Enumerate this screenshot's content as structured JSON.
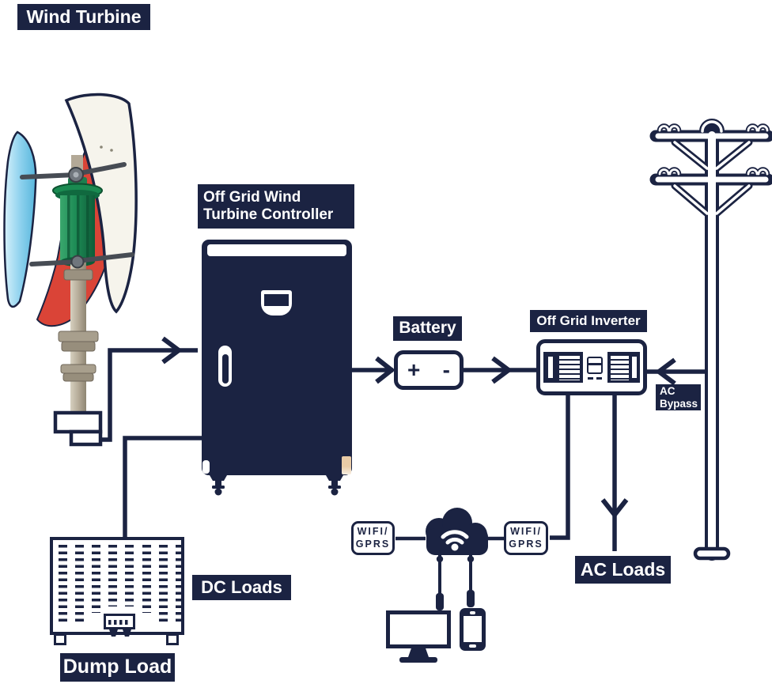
{
  "labels": {
    "wind_turbine": "Wind Turbine",
    "controller": {
      "line1": "Off Grid Wind",
      "line2": "Turbine Controller"
    },
    "battery": "Battery",
    "inverter": "Off Grid Inverter",
    "ac_bypass": {
      "line1": "AC",
      "line2": "Bypass"
    },
    "ac_loads": "AC Loads",
    "dc_loads": "DC Loads",
    "dump_load": "Dump Load"
  },
  "wifi_module_label": {
    "line1": "WIFI/",
    "line2": "GPRS"
  },
  "battery_terminals": {
    "plus": "+",
    "minus": "-"
  },
  "colors": {
    "navy": "#1b2342",
    "white": "#ffffff",
    "blade_blue": "#8fd2ee",
    "blade_red": "#da4437",
    "blade_white": "#f6f4ec",
    "generator_green": "#1d8b55",
    "mast_tan": "#b6ac99"
  },
  "icons": {
    "wind_turbine_photo": "vertical-axis-wind-turbine",
    "controller_cabinet": "cabinet",
    "battery_box": "battery",
    "inverter_box": "inverter",
    "utility_pole": "power-pole",
    "cloud": "wifi-cloud",
    "monitor": "desktop-monitor",
    "phone": "smartphone",
    "dump_load_box": "resistor-bank",
    "wifi_symbol": "wifi-icon"
  }
}
